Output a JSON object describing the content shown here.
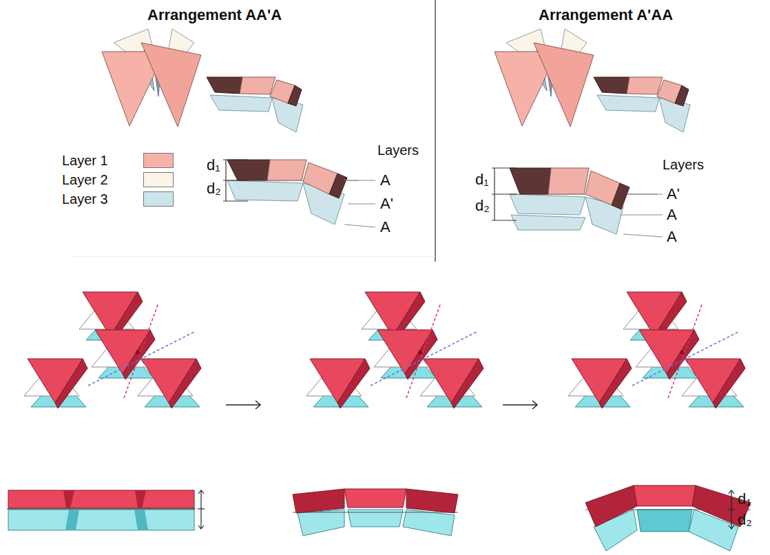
{
  "diagram": {
    "labels": [
      "Arrangement AA'A",
      "Arrangement A'AA",
      "d₁",
      "d₂",
      "Layers",
      "A",
      "A'",
      "A",
      "d₁",
      "d₂",
      "Layers",
      "A'",
      "A",
      "A",
      "d₁",
      "d₂"
    ],
    "legend": [
      {
        "text": "Layer 1",
        "color": "#f6b1a8"
      },
      {
        "text": "Layer 2",
        "color": "#fbf4e8"
      },
      {
        "text": "Layer 3",
        "color": "#cde5ea"
      }
    ]
  }
}
